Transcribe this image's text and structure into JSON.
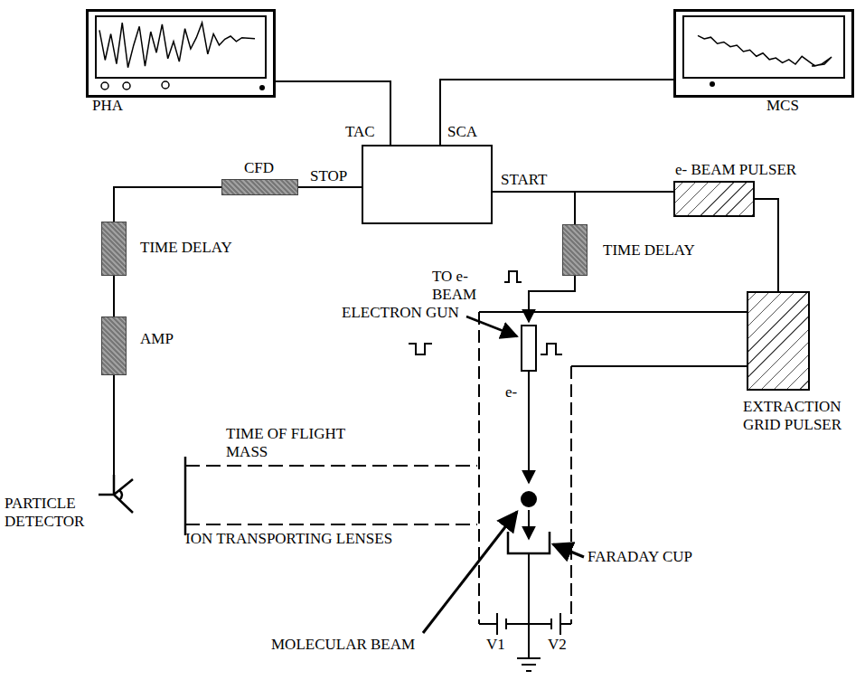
{
  "diagram": {
    "nodes": [
      {
        "text": [
          "PHA"
        ]
      },
      {
        "text": [
          "MCS"
        ]
      },
      {
        "text": [
          "TAC",
          "SCA"
        ]
      },
      {
        "text": [
          "CFD"
        ]
      },
      {
        "text": [
          "TIME DELAY"
        ]
      },
      {
        "text": [
          "AMP"
        ]
      },
      {
        "text": [
          "PARTICLE DETECTOR"
        ]
      },
      {
        "text": [
          "e- BEAM PULSER"
        ]
      },
      {
        "text": [
          "TIME DELAY"
        ]
      },
      {
        "text": [
          "EXTRACTION GRID PULSER"
        ]
      }
    ],
    "edges": [
      {
        "from": 0,
        "to": 2,
        "arrow": "none"
      },
      {
        "from": 1,
        "to": 2,
        "arrow": "none"
      },
      {
        "from": 3,
        "to": 2,
        "label": "STOP",
        "arrow": "none"
      },
      {
        "from": 4,
        "to": 3,
        "arrow": "none"
      },
      {
        "from": 5,
        "to": 4,
        "arrow": "none"
      },
      {
        "from": 6,
        "to": 5,
        "arrow": "none"
      },
      {
        "from": 2,
        "to": 7,
        "label": "START",
        "arrow": "none"
      },
      {
        "from": 2,
        "to": 8,
        "arrow": "none"
      },
      {
        "from": 7,
        "to": 9,
        "arrow": "none"
      }
    ],
    "labels": [
      "TO e- BEAM",
      "ELECTRON GUN",
      "e-",
      "TIME OF FLIGHT MASS",
      "ION TRANSPORTING LENSES",
      "FARADAY CUP",
      "MOLECULAR BEAM",
      "V1",
      "V2"
    ]
  }
}
